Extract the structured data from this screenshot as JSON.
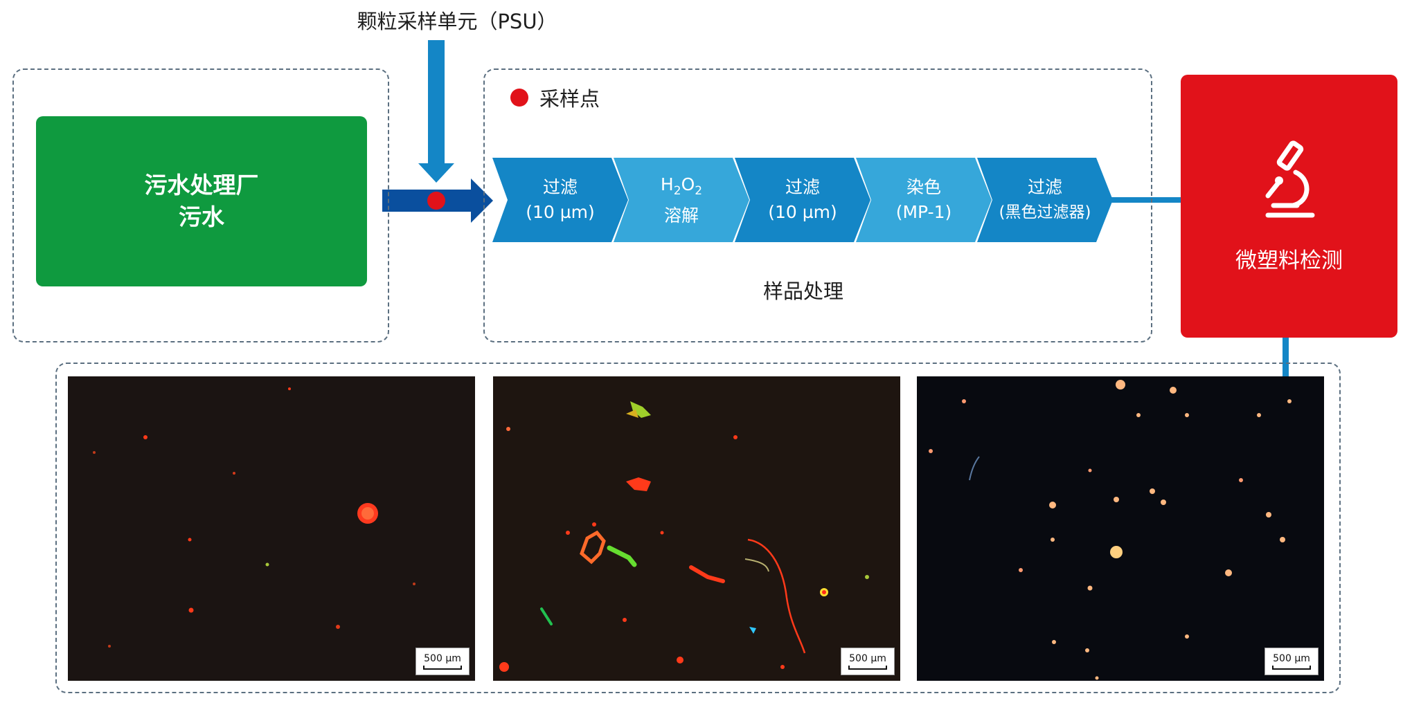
{
  "psu": {
    "title": "颗粒采样单元（PSU）"
  },
  "plant": {
    "line1": "污水处理厂",
    "line2": "污水"
  },
  "legend": {
    "label": "采样点",
    "color": "#e1121a"
  },
  "steps": [
    {
      "line1": "过滤",
      "line2": "(10 µm)"
    },
    {
      "line1_main": "H",
      "line1_sub1": "2",
      "line1_mid": "O",
      "line1_sub2": "2",
      "line2": "溶解"
    },
    {
      "line1": "过滤",
      "line2": "(10 µm)"
    },
    {
      "line1": "染色",
      "line2": "(MP-1)"
    },
    {
      "line1": "过滤",
      "line2": "(黑色过滤器)"
    }
  ],
  "sample_processing": {
    "label": "样品处理"
  },
  "detection": {
    "label": "微塑料检测",
    "icon": "microscope-icon"
  },
  "images": [
    {
      "scale": "500 µm"
    },
    {
      "scale": "500 µm"
    },
    {
      "scale": "500 µm"
    }
  ],
  "colors": {
    "green": "#0f9a3f",
    "red": "#e1121a",
    "dark_blue": "#0a4f9e",
    "blue": "#1486c6",
    "light_blue": "#36a7da"
  }
}
